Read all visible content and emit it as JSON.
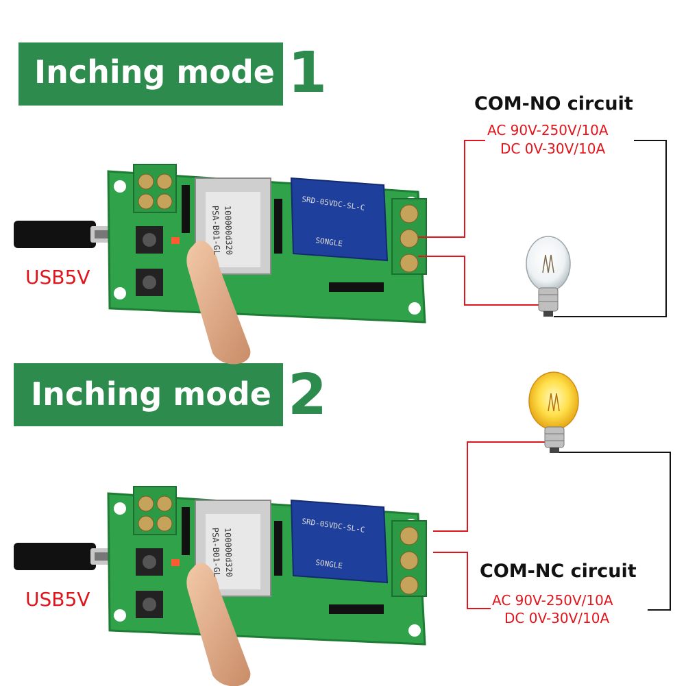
{
  "panels": [
    {
      "mode_label": "Inching mode",
      "mode_number": "1",
      "circuit_title": "COM-NO circuit",
      "spec_ac": "AC 90V-250V/10A",
      "spec_dc": "DC 0V-30V/10A",
      "usb_label": "USB5V",
      "bulb_state": "off",
      "relay_text_1": "SRD-05VDC-SL-C",
      "relay_text_2": "SONGLE",
      "module_text_1": "PSA-B01-GL",
      "module_text_2": "100000d320"
    },
    {
      "mode_label": "Inching mode",
      "mode_number": "2",
      "circuit_title": "COM-NC circuit",
      "spec_ac": "AC 90V-250V/10A",
      "spec_dc": "DC 0V-30V/10A",
      "usb_label": "USB5V",
      "bulb_state": "on",
      "relay_text_1": "SRD-05VDC-SL-C",
      "relay_text_2": "SONGLE",
      "module_text_1": "PSA-B01-GL",
      "module_text_2": "100000d320"
    }
  ],
  "colors": {
    "banner": "#2e8b4e",
    "spec_text": "#e0141b",
    "wire_red": "#e0141b",
    "wire_black": "#111111",
    "pcb": "#2fa24a",
    "terminal": "#2c9a44",
    "relay": "#1f3f9c"
  },
  "icons": [
    "lightbulb-off-icon",
    "lightbulb-on-icon",
    "usb-cable-icon",
    "finger-hand-icon"
  ]
}
